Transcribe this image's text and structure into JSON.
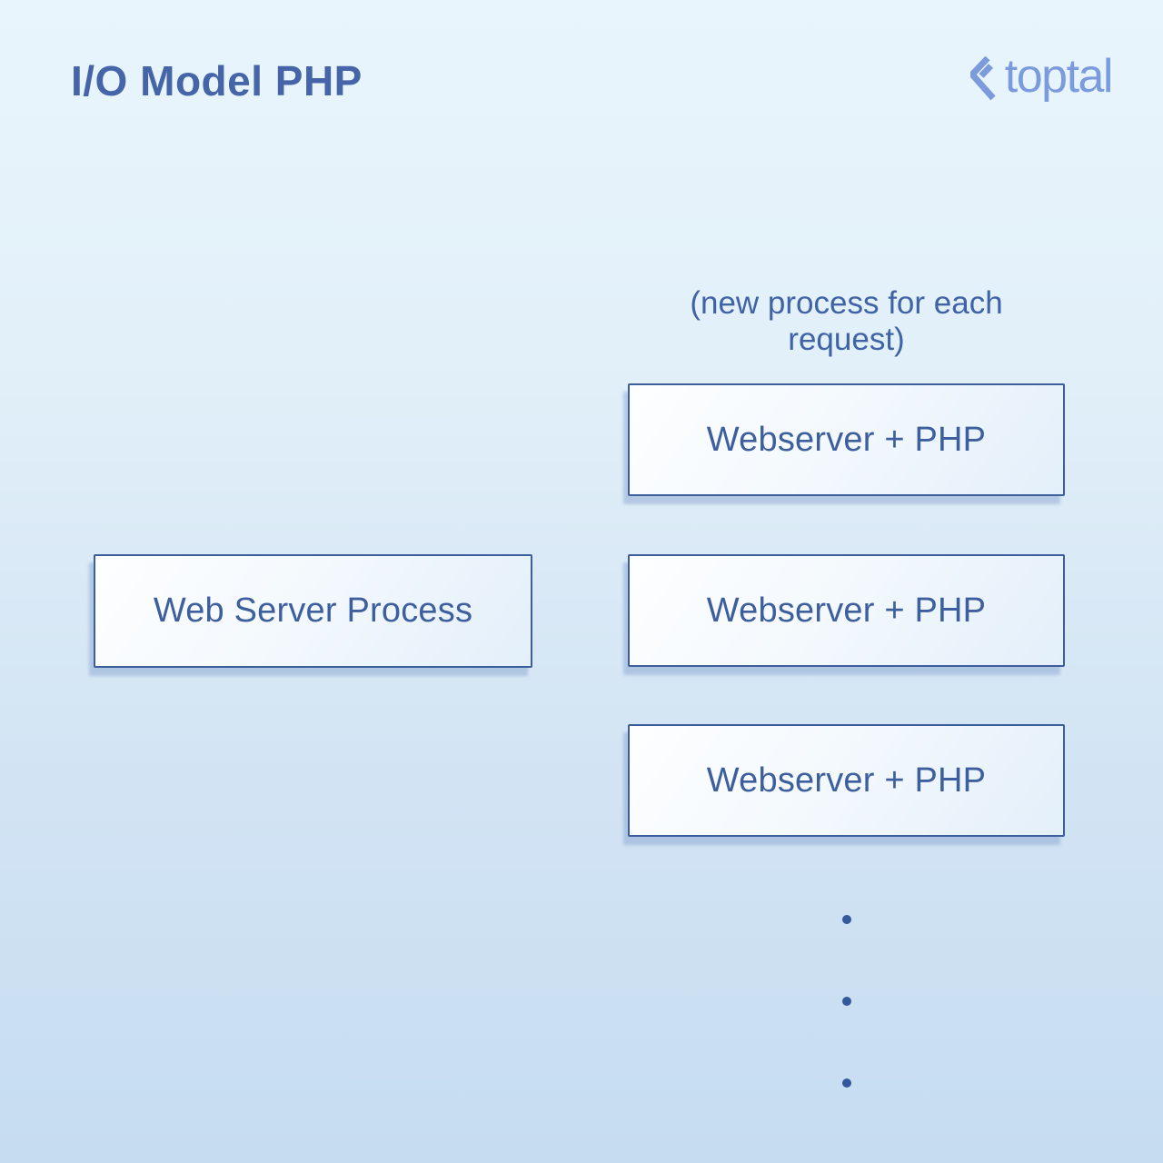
{
  "header": {
    "title": "I/O Model PHP",
    "logo": {
      "brand": "toptal",
      "icon": "toptal-chevron-icon"
    }
  },
  "diagram": {
    "annotation": "(new process for each request)",
    "server_box": {
      "label": "Web Server Process"
    },
    "worker_boxes": [
      {
        "label": "Webserver + PHP"
      },
      {
        "label": "Webserver + PHP"
      },
      {
        "label": "Webserver + PHP"
      }
    ],
    "ellipsis": {
      "dot_count": 3
    }
  },
  "colors": {
    "background_top": "#e9f5fc",
    "background_bottom": "#c6dcf1",
    "title_text": "#4565a8",
    "box_border": "#3c5e9a",
    "box_fill_light": "#fdfeff",
    "box_fill_dark": "#e3effa",
    "box_text": "#3d5f9e",
    "annotation_text": "#3f63a6",
    "dot": "#33589b",
    "logo": "#7b9bdd",
    "shadow": "#b6cbe6"
  }
}
